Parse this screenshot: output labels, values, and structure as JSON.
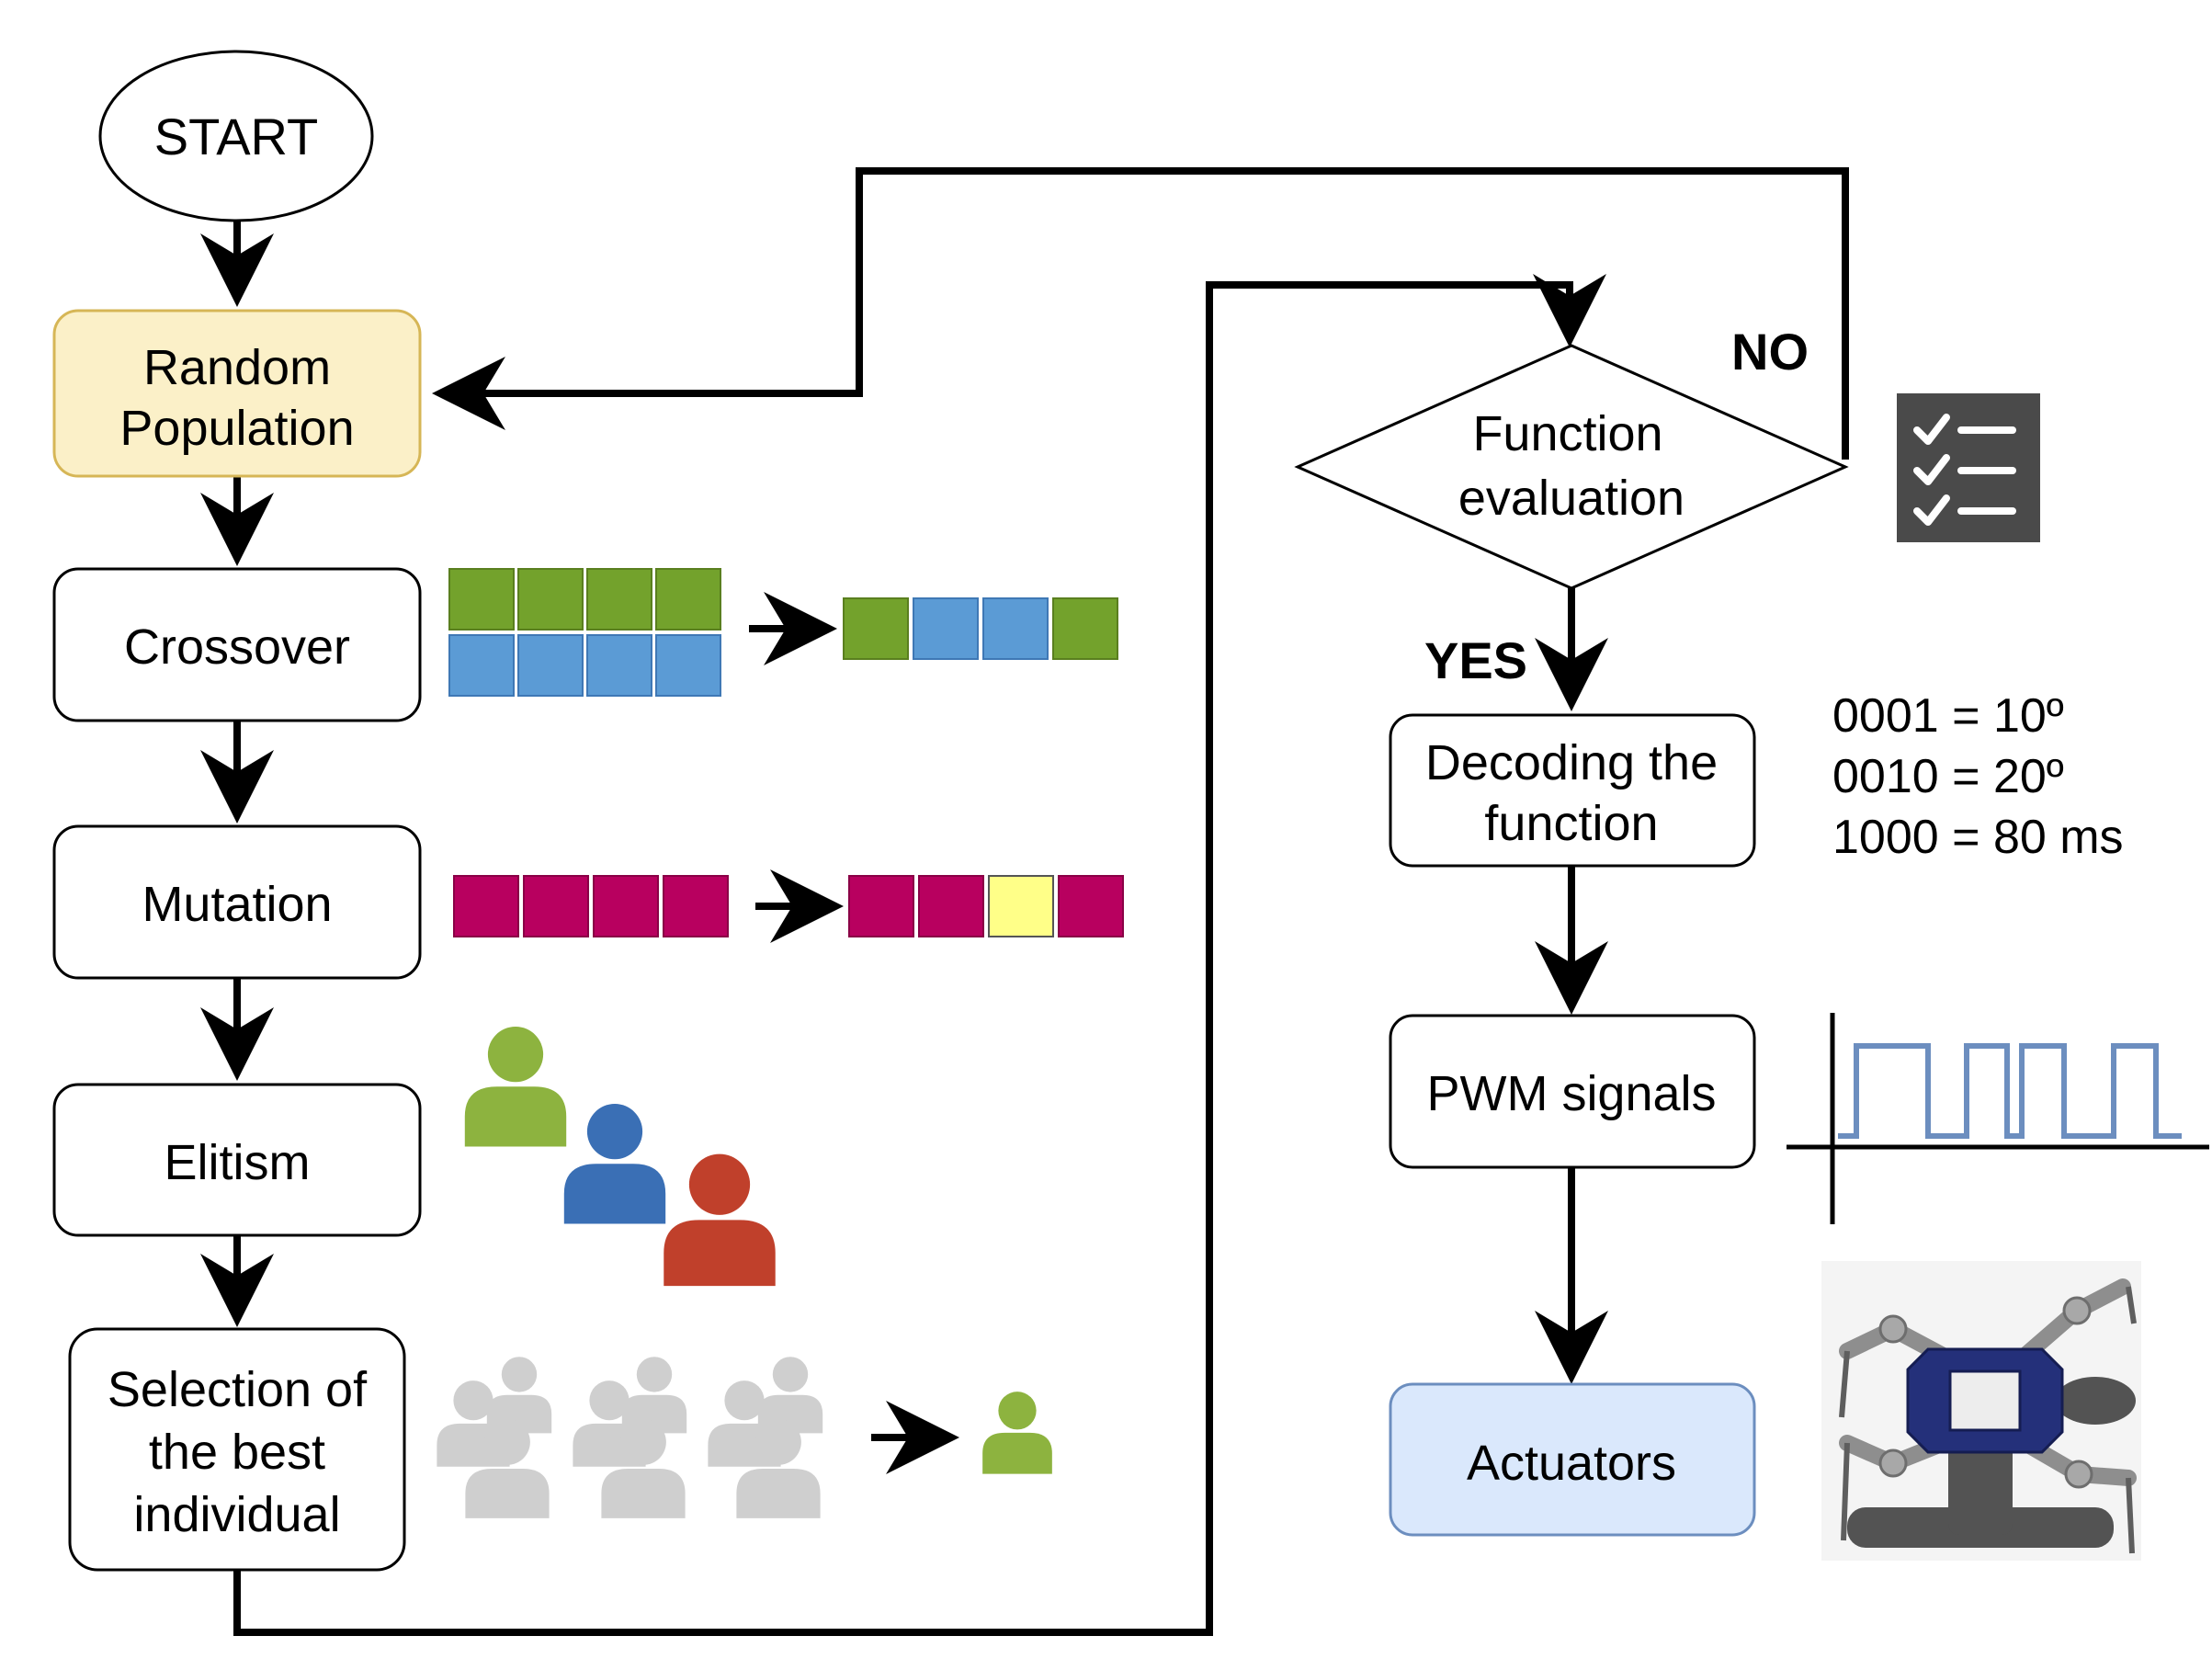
{
  "nodes": {
    "start": "START",
    "random_population": [
      "Random",
      "Population"
    ],
    "crossover": "Crossover",
    "mutation": "Mutation",
    "elitism": "Elitism",
    "selection": [
      "Selection of",
      "the best",
      "individual"
    ],
    "function_evaluation": [
      "Function",
      "evaluation"
    ],
    "decoding": [
      "Decoding the",
      "function"
    ],
    "pwm": "PWM signals",
    "actuators": "Actuators"
  },
  "branches": {
    "yes": "YES",
    "no": "NO"
  },
  "decoding_examples": [
    "0001 = 10º",
    "0010 = 20º",
    "1000 = 80 ms"
  ],
  "colors": {
    "green_gene": "#73A22C",
    "blue_gene": "#5B9BD5",
    "magenta_gene": "#B8005F",
    "yellow_gene": "#FFFF88",
    "random_pop_fill": "#FBF0C8",
    "random_pop_stroke": "#D6B656",
    "actuators_fill": "#DAE8FC",
    "actuators_stroke": "#6C8EBF",
    "person_green": "#8DB33F",
    "person_blue": "#3A6FB5",
    "person_red": "#C0402B",
    "person_gray": "#CFCFCF",
    "pwm_line": "#6C8EBF",
    "checklist_bg": "#4A4A4A"
  },
  "icons": [
    "checklist-icon",
    "person-icon",
    "pwm-waveform-icon",
    "hexapod-robot-icon"
  ]
}
